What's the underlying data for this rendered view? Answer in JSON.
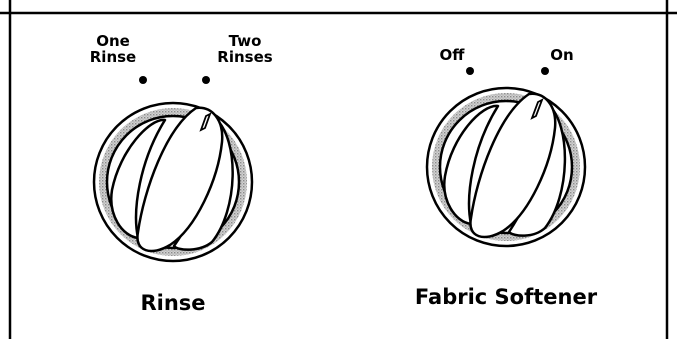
{
  "rinse": {
    "positions": [
      {
        "line1": "One",
        "line2": "Rinse"
      },
      {
        "line1": "Two",
        "line2": "Rinses"
      }
    ],
    "title": "Rinse"
  },
  "softener": {
    "positions": [
      {
        "line1": "Off"
      },
      {
        "line1": "On"
      }
    ],
    "title": "Fabric Softener"
  },
  "colors": {
    "ink": "#000000",
    "bezel": "#b8b8b8",
    "background": "#ffffff"
  },
  "icons": [
    "rinse-dial-icon",
    "fabric-softener-dial-icon",
    "position-dot-icon"
  ]
}
